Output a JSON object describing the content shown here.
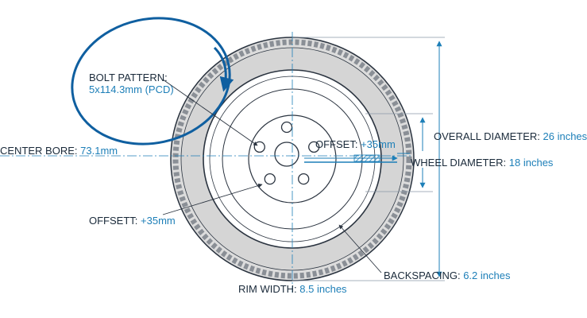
{
  "colors": {
    "accent": "#1d7fb8",
    "label_dark": "#1a2a3a",
    "tire_fill": "#d9d9d9",
    "rim_fill": "#ffffff",
    "callout_circle": "#0f5fa0"
  },
  "labels": {
    "bolt_pattern": {
      "key": "BOLT PATTERN:",
      "value": "5x114.3mm (PCD)"
    },
    "center_bore": {
      "key": "CENTER BORE:",
      "value": "73.1mm"
    },
    "offset_top": {
      "key": "OFFSET:",
      "value": "+35mm"
    },
    "overall_diameter": {
      "key": "OVERALL DIAMETER:",
      "value": "26 inches"
    },
    "wheel_diameter": {
      "key": "WHEEL DIAMETER:",
      "value": "18 inches"
    },
    "offset_bottom": {
      "key": "OFFSETT:",
      "value": "+35mm"
    },
    "backspacing": {
      "key": "BACKSPACING:",
      "value": "6.2 inches"
    },
    "rim_width": {
      "key": "RIM WIDTH:",
      "value": "8.5 inches"
    }
  }
}
